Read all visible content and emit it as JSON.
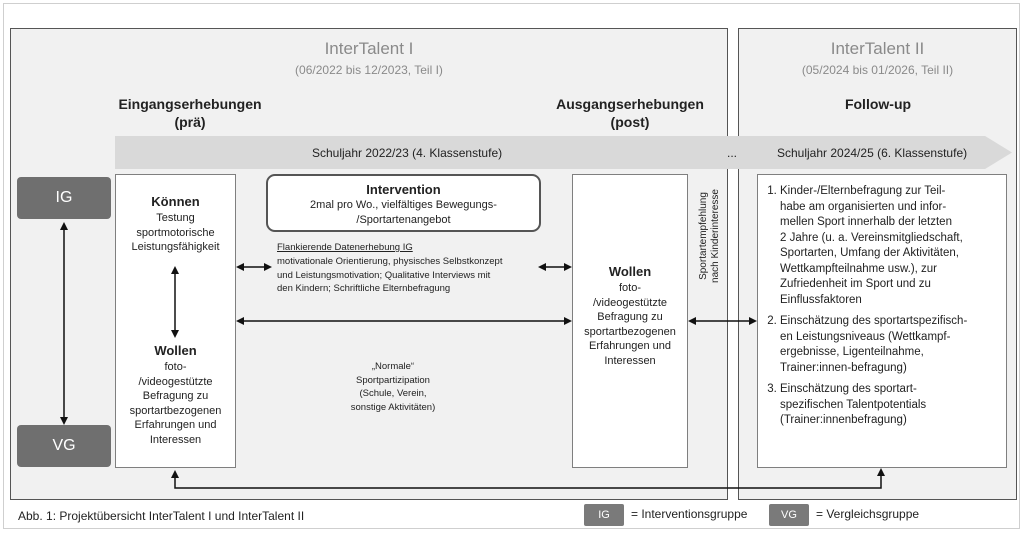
{
  "phases": [
    {
      "title": "InterTalent I",
      "subtitle": "(06/2022 bis 12/2023, Teil I)"
    },
    {
      "title": "InterTalent II",
      "subtitle": "(05/2024 bis 01/2026, Teil II)"
    }
  ],
  "stages": {
    "eingang": "Eingangserhebungen\n(prä)",
    "ausgang": "Ausgangserhebungen\n(post)",
    "followup": "Follow-up"
  },
  "timeline": {
    "year1": "Schuljahr 2022/23 (4. Klassenstufe)",
    "ellipsis": "...",
    "year2": "Schuljahr 2024/25 (6. Klassenstufe)"
  },
  "groups": {
    "ig": "IG",
    "vg": "VG"
  },
  "pre_box": {
    "koennen_title": "Können",
    "koennen_text": "Testung\nsportmotorische\nLeistungsfähigkeit",
    "wollen_title": "Wollen",
    "wollen_text": "foto-\n/videogestützte\nBefragung zu\nsportartbezogenen\nErfahrungen und\nInteressen"
  },
  "intervention": {
    "title": "Intervention",
    "text": "2mal pro Wo., vielfältiges Bewegungs-\n/Sportartenangebot"
  },
  "flank": {
    "title": "Flankierende Datenerhebung IG",
    "text": "motivationale Orientierung, physisches Selbstkonzept\nund Leistungsmotivation; Qualitative Interviews mit\nden Kindern; Schriftliche Elternbefragung"
  },
  "normal": {
    "text": "„Normale“\nSportpartizipation\n(Schule, Verein,\nsonstige Aktivitäten)"
  },
  "post_box": {
    "wollen_title": "Wollen",
    "wollen_text": "foto-\n/videogestützte\nBefragung zu\nsportartbezogenen\nErfahrungen und\nInteressen"
  },
  "recommendation": "Sportartempfehlung\nnach Kinderinteresse",
  "followup_items": [
    "Kinder-/Elternbefragung zur Teil-\nhabe am organisierten und infor-\nmellen Sport innerhalb der letzten\n2 Jahre (u. a. Vereinsmitgliedschaft,\nSportarten, Umfang der Aktivitäten,\nWettkampfteilnahme usw.), zur\nZufriedenheit im Sport und zu\nEinflussfaktoren",
    "Einschätzung des sportartspezifisch-\nen Leistungsniveaus (Wettkampf-\nergebnisse, Ligenteilnahme,\nTrainer:innen-befragung)",
    "Einschätzung des sportart-\nspezifischen Talentpotentials\n(Trainer:innenbefragung)"
  ],
  "caption": "Abb. 1: Projektübersicht InterTalent I und InterTalent II",
  "legend": {
    "ig_box": "IG",
    "ig_text": "= Interventionsgruppe",
    "vg_box": "VG",
    "vg_text": "= Vergleichsgruppe"
  }
}
